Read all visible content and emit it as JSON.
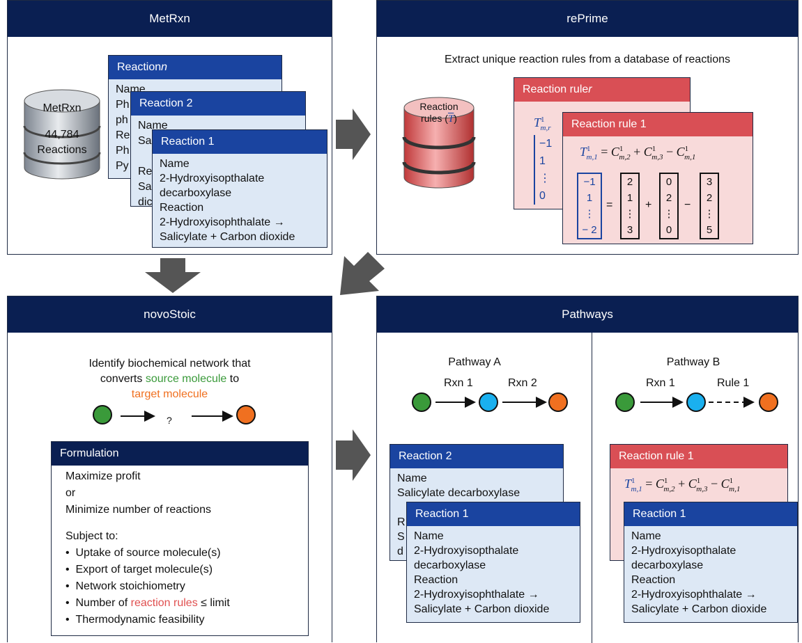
{
  "colors": {
    "header": "#0a1f52",
    "card_header": "#1a44a0",
    "card_body": "#dde8f5",
    "rule_header": "#d94f55",
    "rule_body": "#f8dada",
    "source": "#3a9a3a",
    "target": "#f07020",
    "intermediate": "#1ab0ef"
  },
  "metrxn": {
    "title": "MetRxn",
    "db": {
      "name": "MetRxn",
      "count": "44,784",
      "unit": "Reactions"
    },
    "card_n": {
      "title_prefix": "Reaction ",
      "title_var": "n",
      "lines": [
        "Name",
        "Ph",
        "ph",
        "Re",
        "Ph",
        "Py"
      ]
    },
    "card_2": {
      "title": "Reaction 2",
      "lines": [
        "Name",
        "Sa",
        "",
        "Re",
        "Sa",
        "dic"
      ]
    },
    "card_1": {
      "title": "Reaction 1",
      "lines": [
        "Name",
        "2-Hydroxyisopthalate",
        "decarboxylase",
        "Reaction",
        "2-Hydroxyisophthalate →",
        "Salicylate + Carbon dioxide"
      ]
    }
  },
  "reprime": {
    "title": "rePrime",
    "subtitle": "Extract unique reaction rules from a database of reactions",
    "db": {
      "line1": "Reaction",
      "line2": "rules (",
      "symbol": "T",
      "line2_end": ")"
    },
    "rule_r": {
      "title_prefix": "Reaction rule ",
      "title_var": "r",
      "eq_lhs": "T",
      "vec": [
        "−1",
        "1",
        "⋮",
        "0"
      ]
    },
    "rule_1": {
      "title": "Reaction rule 1",
      "eq": {
        "lhs": "T",
        "t1": "C",
        "t2": "C",
        "t3": "C",
        "op1": "=",
        "op2": "+",
        "op3": "−"
      },
      "v_blue": [
        "−1",
        "1",
        "⋮",
        "− 2"
      ],
      "v_a": [
        "2",
        "1",
        "⋮",
        "3"
      ],
      "v_b": [
        "0",
        "2",
        "⋮",
        "0"
      ],
      "v_c": [
        "3",
        "2",
        "⋮",
        "5"
      ],
      "ops": [
        "=",
        "+",
        "−"
      ]
    }
  },
  "novostoic": {
    "title": "novoStoic",
    "desc_line1": "Identify biochemical network that",
    "desc_line2_pre": "converts ",
    "desc_source": "source molecule",
    "desc_line2_post": " to",
    "desc_target": "target molecule",
    "question": "?",
    "formulation": {
      "title": "Formulation",
      "obj1": "Maximize profit",
      "or": "or",
      "obj2": "Minimize number of reactions",
      "subject": "Subject to:",
      "c1": "Uptake of source molecule(s)",
      "c2": "Export of target molecule(s)",
      "c3": "Network stoichiometry",
      "c4_pre": "Number of ",
      "c4_red": "reaction rules",
      "c4_post": " ≤ limit",
      "c5": "Thermodynamic feasibility"
    }
  },
  "pathways": {
    "title": "Pathways",
    "a": {
      "title": "Pathway A",
      "rxn1": "Rxn 1",
      "rxn2": "Rxn 2",
      "card_2": {
        "title": "Reaction 2",
        "lines": [
          "Name",
          "Salicylate decarboxylase",
          "",
          "R",
          "S",
          "d"
        ]
      },
      "card_1": {
        "title": "Reaction 1",
        "lines": [
          "Name",
          "2-Hydroxyisopthalate",
          "decarboxylase",
          "Reaction",
          "2-Hydroxyisophthalate →",
          "Salicylate + Carbon dioxide"
        ]
      }
    },
    "b": {
      "title": "Pathway B",
      "rxn1": "Rxn 1",
      "rule1": "Rule 1",
      "rule_card": {
        "title": "Reaction rule 1"
      },
      "card_1": {
        "title": "Reaction 1",
        "lines": [
          "Name",
          "2-Hydroxyisopthalate",
          "decarboxylase",
          "Reaction",
          "2-Hydroxyisophthalate →",
          "Salicylate + Carbon dioxide"
        ]
      }
    }
  }
}
